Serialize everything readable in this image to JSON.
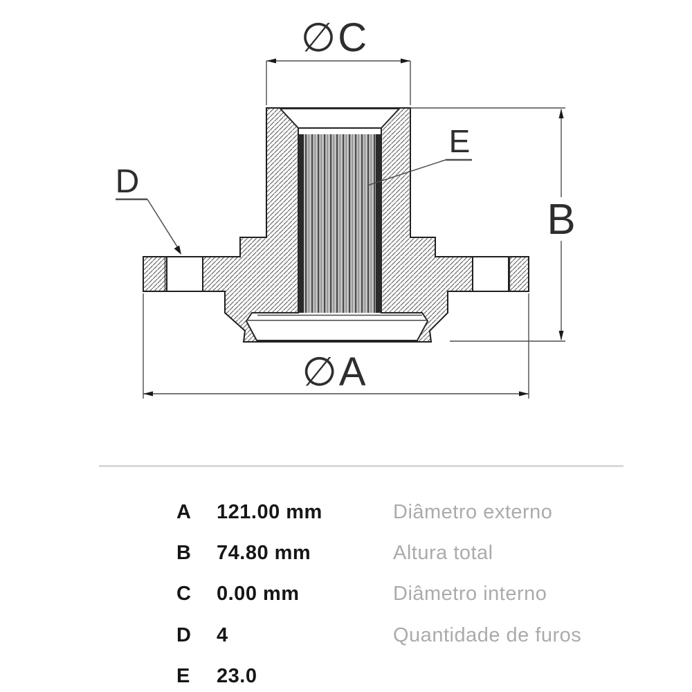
{
  "drawing": {
    "labels": {
      "dim_c": "∅C",
      "dim_a": "∅A",
      "dim_b": "B",
      "callout_d": "D",
      "callout_e": "E"
    }
  },
  "table": {
    "rows": [
      {
        "key": "A",
        "value": "121.00 mm",
        "description": "Diâmetro externo"
      },
      {
        "key": "B",
        "value": "74.80 mm",
        "description": "Altura total"
      },
      {
        "key": "C",
        "value": "0.00 mm",
        "description": "Diâmetro interno"
      },
      {
        "key": "D",
        "value": "4",
        "description": "Quantidade de furos"
      },
      {
        "key": "E",
        "value": "23.0",
        "description": ""
      }
    ]
  },
  "colors": {
    "outline": "#1f1f1f",
    "hatch": "#6b6b6b",
    "dimension_line": "#4d4d4d",
    "divider": "#d9d9d9",
    "table_text": "#161616",
    "table_description": "#ababab"
  }
}
